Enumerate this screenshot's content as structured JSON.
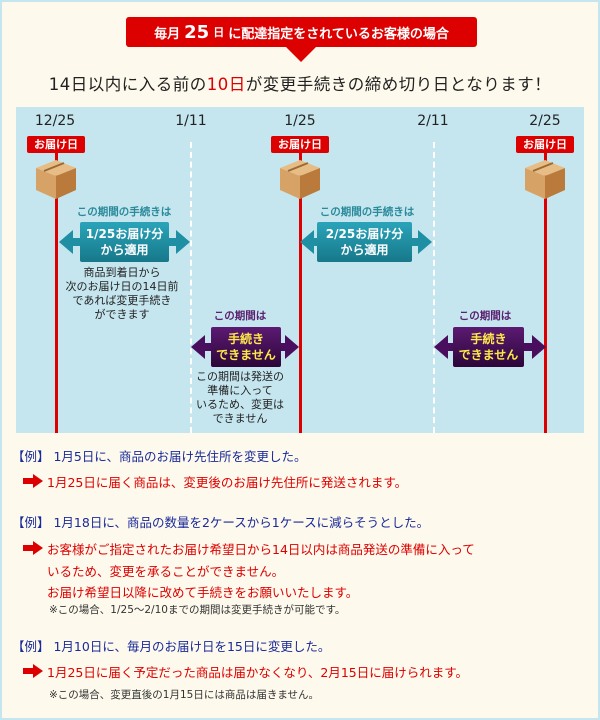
{
  "banner": {
    "pre": "毎月",
    "day": "25",
    "day_suffix": "日",
    "post": "に配達指定をされているお客様の場合"
  },
  "headline": {
    "pre": "14日以内に入る前の",
    "highlight": "10日",
    "post": "が変更手続きの締め切り日となります！"
  },
  "timeline": {
    "dates": [
      "12/25",
      "1/11",
      "1/25",
      "2/11",
      "2/25"
    ],
    "delivery_tag": "お届け日",
    "windows": [
      {
        "caption": "この期間の手続きは",
        "label_line1": "1/25お届け分",
        "label_line2": "から適用",
        "desc": [
          "商品到着日から",
          "次のお届け日の14日前",
          "であれば変更手続き",
          "ができます"
        ]
      },
      {
        "caption": "この期間の手続きは",
        "label_line1": "2/25お届け分",
        "label_line2": "から適用"
      }
    ],
    "blocked": [
      {
        "caption": "この期間は",
        "label_line1": "手続き",
        "label_line2": "できません",
        "desc": [
          "この期間は発送の",
          "準備に入って",
          "いるため、変更は",
          "できません"
        ]
      },
      {
        "caption": "この期間は",
        "label_line1": "手続き",
        "label_line2": "できません"
      }
    ]
  },
  "colors": {
    "accent_red": "#dd0000",
    "panel": "#c5e6ef",
    "teal": "#1f8fa3",
    "purple": "#4a0e5e"
  },
  "examples": [
    {
      "case": "【例】 1月5日に、商品のお届け先住所を変更した。",
      "result": [
        "1月25日に届く商品は、変更後のお届け先住所に発送されます。"
      ]
    },
    {
      "case": "【例】 1月18日に、商品の数量を2ケースから1ケースに減らそうとした。",
      "result": [
        "お客様がご指定されたお届け希望日から14日以内は商品発送の準備に入って",
        "いるため、変更を承ることができません。",
        "お届け希望日以降に改めて手続きをお願いいたします。"
      ],
      "note": "※この場合、1/25〜2/10までの期間は変更手続きが可能です。"
    },
    {
      "case": "【例】 1月10日に、毎月のお届け日を15日に変更した。",
      "result": [
        "1月25日に届く予定だった商品は届かなくなり、2月15日に届けられます。"
      ],
      "note": "※この場合、変更直後の1月15日には商品は届きません。"
    }
  ]
}
